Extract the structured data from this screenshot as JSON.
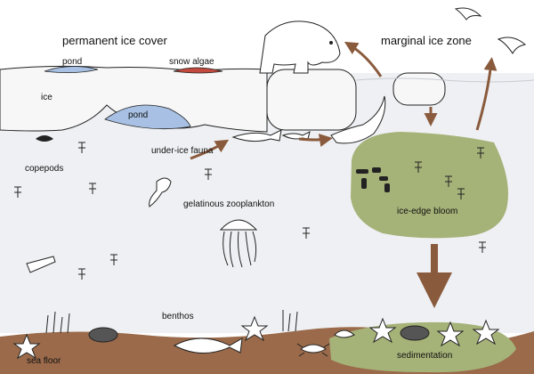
{
  "labels": {
    "permanent_ice_cover": "permanent ice cover",
    "marginal_ice_zone": "marginal ice zone",
    "pond_top": "pond",
    "snow_algae": "snow algae",
    "ice": "ice",
    "pond_under": "pond",
    "under_ice_fauna": "under-ice fauna",
    "copepods": "copepods",
    "gelatinous_zooplankton": "gelatinous zooplankton",
    "ice_edge_bloom": "ice-edge bloom",
    "benthos": "benthos",
    "sea_floor": "sea floor",
    "sedimentation": "sedimentation"
  },
  "colors": {
    "water": "#eef0f3",
    "ice": "#f7f7f8",
    "pond": "#a7c0e3",
    "snow_algae": "#c24a3e",
    "bloom": "#a5b278",
    "seafloor": "#9a6a4a",
    "arrow": "#8a5a3c",
    "outline": "#222222"
  }
}
